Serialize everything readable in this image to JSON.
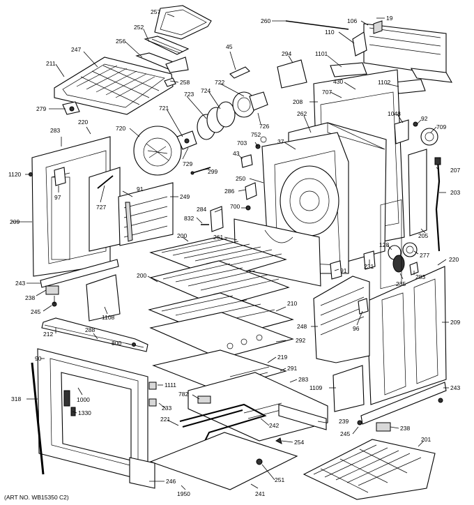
{
  "art_number": "(ART NO. WB15350 C2)",
  "callouts": [
    {
      "id": "257",
      "label": "257"
    },
    {
      "id": "252",
      "label": "252"
    },
    {
      "id": "256",
      "label": "256"
    },
    {
      "id": "247",
      "label": "247"
    },
    {
      "id": "211",
      "label": "211"
    },
    {
      "id": "258",
      "label": "258"
    },
    {
      "id": "45",
      "label": "45"
    },
    {
      "id": "722",
      "label": "722"
    },
    {
      "id": "724",
      "label": "724"
    },
    {
      "id": "723",
      "label": "723"
    },
    {
      "id": "279",
      "label": "279"
    },
    {
      "id": "283a",
      "label": "283"
    },
    {
      "id": "220a",
      "label": "220"
    },
    {
      "id": "720",
      "label": "720"
    },
    {
      "id": "721",
      "label": "721"
    },
    {
      "id": "726",
      "label": "726"
    },
    {
      "id": "752",
      "label": "752"
    },
    {
      "id": "703",
      "label": "703"
    },
    {
      "id": "729",
      "label": "729"
    },
    {
      "id": "299",
      "label": "299"
    },
    {
      "id": "1120",
      "label": "1120"
    },
    {
      "id": "97",
      "label": "97"
    },
    {
      "id": "727",
      "label": "727"
    },
    {
      "id": "91a",
      "label": "91"
    },
    {
      "id": "249",
      "label": "249"
    },
    {
      "id": "209a",
      "label": "209"
    },
    {
      "id": "260",
      "label": "260"
    },
    {
      "id": "106",
      "label": "106"
    },
    {
      "id": "19",
      "label": "19"
    },
    {
      "id": "110",
      "label": "110"
    },
    {
      "id": "294",
      "label": "294"
    },
    {
      "id": "1101",
      "label": "1101"
    },
    {
      "id": "430",
      "label": "430"
    },
    {
      "id": "1102",
      "label": "1102"
    },
    {
      "id": "707",
      "label": "707"
    },
    {
      "id": "208",
      "label": "208"
    },
    {
      "id": "262",
      "label": "262"
    },
    {
      "id": "1048",
      "label": "1048"
    },
    {
      "id": "92",
      "label": "92"
    },
    {
      "id": "709",
      "label": "709"
    },
    {
      "id": "37",
      "label": "37"
    },
    {
      "id": "43",
      "label": "43"
    },
    {
      "id": "207",
      "label": "207"
    },
    {
      "id": "203",
      "label": "203"
    },
    {
      "id": "250",
      "label": "250"
    },
    {
      "id": "286",
      "label": "286"
    },
    {
      "id": "284",
      "label": "284"
    },
    {
      "id": "700",
      "label": "700"
    },
    {
      "id": "832",
      "label": "832"
    },
    {
      "id": "261",
      "label": "261"
    },
    {
      "id": "205",
      "label": "205"
    },
    {
      "id": "128",
      "label": "128"
    },
    {
      "id": "277",
      "label": "277"
    },
    {
      "id": "220b",
      "label": "220"
    },
    {
      "id": "231",
      "label": "231"
    },
    {
      "id": "91b",
      "label": "91"
    },
    {
      "id": "235",
      "label": "235"
    },
    {
      "id": "283b",
      "label": "283"
    },
    {
      "id": "200a",
      "label": "200"
    },
    {
      "id": "200b",
      "label": "200"
    },
    {
      "id": "243a",
      "label": "243"
    },
    {
      "id": "238a",
      "label": "238"
    },
    {
      "id": "245a",
      "label": "245"
    },
    {
      "id": "1108",
      "label": "1108"
    },
    {
      "id": "210",
      "label": "210"
    },
    {
      "id": "248",
      "label": "248"
    },
    {
      "id": "96",
      "label": "96"
    },
    {
      "id": "209b",
      "label": "209"
    },
    {
      "id": "212",
      "label": "212"
    },
    {
      "id": "288",
      "label": "288"
    },
    {
      "id": "800",
      "label": "800"
    },
    {
      "id": "292",
      "label": "292"
    },
    {
      "id": "90",
      "label": "90"
    },
    {
      "id": "219",
      "label": "219"
    },
    {
      "id": "291",
      "label": "291"
    },
    {
      "id": "283c",
      "label": "283"
    },
    {
      "id": "1111",
      "label": "1111"
    },
    {
      "id": "1109",
      "label": "1109"
    },
    {
      "id": "243b",
      "label": "243"
    },
    {
      "id": "318",
      "label": "318"
    },
    {
      "id": "1000",
      "label": "1000"
    },
    {
      "id": "782",
      "label": "782"
    },
    {
      "id": "233",
      "label": "233"
    },
    {
      "id": "1330",
      "label": "1330"
    },
    {
      "id": "221",
      "label": "221"
    },
    {
      "id": "242",
      "label": "242"
    },
    {
      "id": "239",
      "label": "239"
    },
    {
      "id": "245b",
      "label": "245"
    },
    {
      "id": "238b",
      "label": "238"
    },
    {
      "id": "254",
      "label": "254"
    },
    {
      "id": "201",
      "label": "201"
    },
    {
      "id": "251",
      "label": "251"
    },
    {
      "id": "246",
      "label": "246"
    },
    {
      "id": "1950",
      "label": "1950"
    },
    {
      "id": "241",
      "label": "241"
    }
  ]
}
